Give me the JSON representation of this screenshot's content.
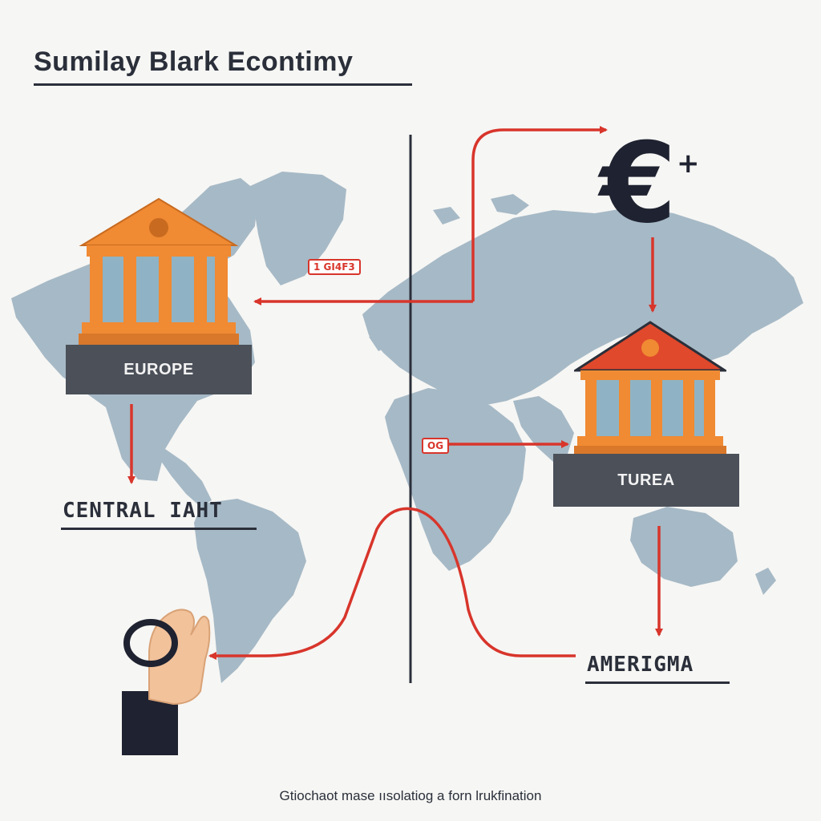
{
  "title": "Sumilay Blark Econtimy",
  "regions": {
    "europe": "EUROPE",
    "turea": "TUREA"
  },
  "labels": {
    "central": "CENTRAL IAHT",
    "amerigma": "AMERIGMA"
  },
  "tags": {
    "top": "1 GI4F3",
    "mid": "OG"
  },
  "symbols": {
    "euro": "€",
    "plus": "+"
  },
  "icons": [
    "bank-building-icon",
    "euro-icon",
    "hand-coin-icon",
    "world-map"
  ],
  "colors": {
    "arrow": "#d8352b",
    "bank_orange": "#f08a33",
    "roof_red": "#e0492c",
    "column_glass": "#8fb3c4",
    "map": "#a6b9c6",
    "plate": "#4b5059",
    "ink": "#2a2f3a"
  },
  "footer": "Gtiochaot mase ıısolatiog a forn lrukfination"
}
